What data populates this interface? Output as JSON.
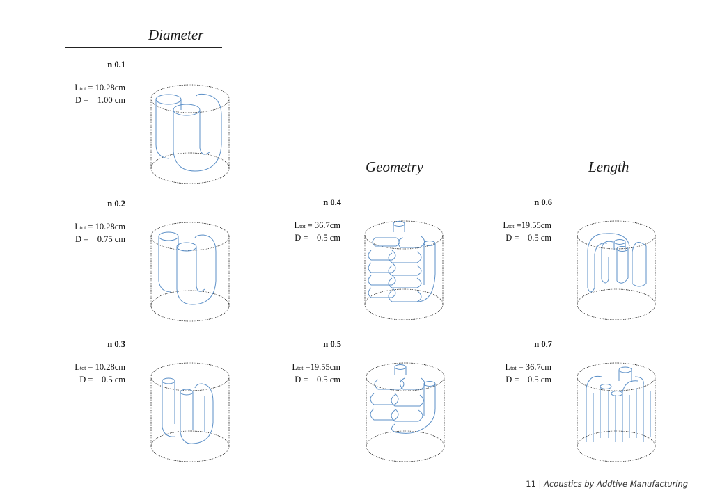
{
  "sections": {
    "diameter": "Diameter",
    "geometry": "Geometry",
    "length": "Length"
  },
  "samples": [
    {
      "id": "n 0.1",
      "l_prefix": "L",
      "l_sub": "tot",
      "l_text": " = 10.28cm",
      "d_text": "D =    1.00 cm"
    },
    {
      "id": "n 0.2",
      "l_prefix": "L",
      "l_sub": "tot",
      "l_text": " = 10.28cm",
      "d_text": "D =    0.75 cm"
    },
    {
      "id": "n 0.3",
      "l_prefix": "L",
      "l_sub": "tot",
      "l_text": " = 10.28cm",
      "d_text": "D =    0.5 cm"
    },
    {
      "id": "n 0.4",
      "l_prefix": "L",
      "l_sub": "tot",
      "l_text": " = 36.7cm",
      "d_text": "D =    0.5 cm"
    },
    {
      "id": "n 0.5",
      "l_prefix": "L",
      "l_sub": "tot",
      "l_text": " =19.55cm",
      "d_text": "D =    0.5 cm"
    },
    {
      "id": "n 0.6",
      "l_prefix": "L",
      "l_sub": "tot",
      "l_text": " =19.55cm",
      "d_text": "D =    0.5 cm"
    },
    {
      "id": "n 0.7",
      "l_prefix": "L",
      "l_sub": "tot",
      "l_text": " = 36.7cm",
      "d_text": "D =    0.5 cm"
    }
  ],
  "footer": {
    "page_number": "11",
    "separator": "|",
    "doc_title": "Acoustics by Addtive Manufacturing"
  },
  "colors": {
    "tube": "#5b8fc7",
    "outline": "#222222"
  }
}
